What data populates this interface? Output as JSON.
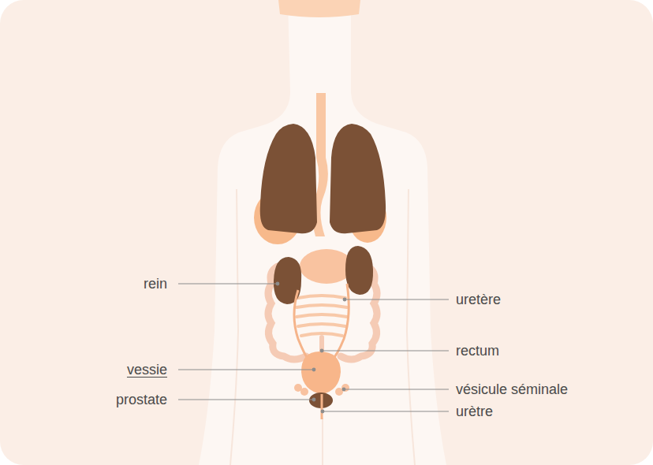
{
  "diagram": {
    "labels": [
      "rein",
      "uretère",
      "rectum",
      "vessie",
      "vésicule séminale",
      "prostate",
      "urètre"
    ]
  }
}
